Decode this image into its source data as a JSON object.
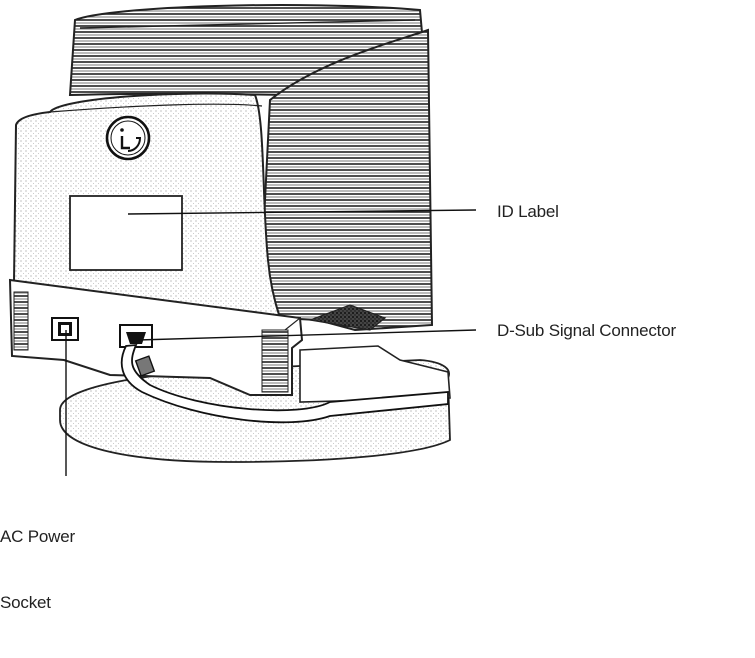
{
  "logo_text": "LG",
  "callouts": {
    "id_label": "ID Label",
    "dsub_connector": "D-Sub Signal Connector",
    "ac_power_line1": "AC Power",
    "ac_power_line2": "Socket"
  }
}
